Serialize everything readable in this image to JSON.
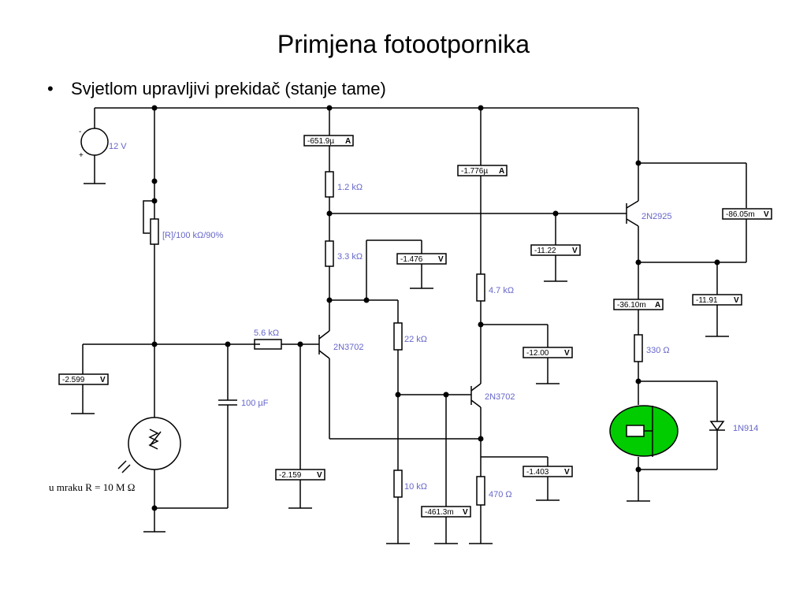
{
  "slide": {
    "title": "Primjena fotootpornika",
    "bullet": "Svjetlom upravljivi prekidač (stanje tame)"
  },
  "components": {
    "battery": "12 V",
    "pot": "[R]/100 kΩ/90%",
    "r1": "1.2 kΩ",
    "r2": "3.3 kΩ",
    "r3": "5.6 kΩ",
    "r4": "22 kΩ",
    "r5": "10 kΩ",
    "r6": "4.7 kΩ",
    "r7": "470 Ω",
    "r8": "330 Ω",
    "cap": "100 µF",
    "q1": "2N3702",
    "q2": "2N3702",
    "q3": "2N2925",
    "diode": "1N914",
    "ldr_note": "u mraku R = 10 M Ω"
  },
  "meters": {
    "a1": {
      "value": "-651.9µ",
      "unit": "A"
    },
    "a2": {
      "value": "-1.776µ",
      "unit": "A"
    },
    "a3": {
      "value": "-36.10m",
      "unit": "A"
    },
    "v1": {
      "value": "-1.476",
      "unit": "V"
    },
    "v2": {
      "value": "-11.22",
      "unit": "V"
    },
    "v3": {
      "value": "-86.05m",
      "unit": "V"
    },
    "v4": {
      "value": "-11.91",
      "unit": "V"
    },
    "v5": {
      "value": "-12.00",
      "unit": "V"
    },
    "v6": {
      "value": "-2.599",
      "unit": "V"
    },
    "v7": {
      "value": "-2.159",
      "unit": "V"
    },
    "v8": {
      "value": "-1.403",
      "unit": "V"
    },
    "v9": {
      "value": "-461.3m",
      "unit": "V"
    }
  },
  "colors": {
    "wire": "#000000",
    "label": "#6666cc",
    "relay": "#00cc00"
  }
}
